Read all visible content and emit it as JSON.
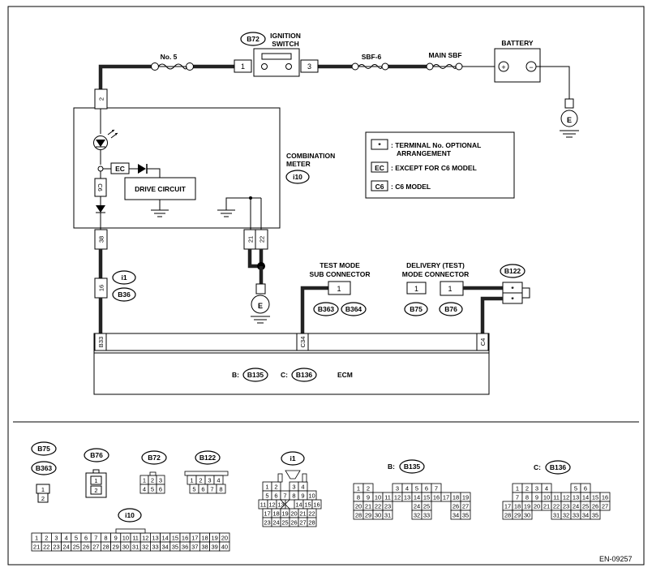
{
  "labels": {
    "ignition_switch": [
      "IGNITION",
      "SWITCH"
    ],
    "ign_code": "B72",
    "battery": "BATTERY",
    "fuse_no5": "No. 5",
    "sbf6": "SBF-6",
    "main_sbf": "MAIN SBF",
    "battery_plus": "+",
    "battery_minus": "−",
    "ground": "E",
    "pin1": "1",
    "pin3": "3",
    "pin2": "2",
    "pinC6": "C6",
    "pin38": "38",
    "pin21": "21",
    "pin22": "22",
    "pin16": "16",
    "ec_tag": "EC",
    "drive_circuit": "DRIVE CIRCUIT",
    "combination_meter": [
      "COMBINATION",
      "METER"
    ],
    "meter_code": "i10",
    "i1": "i1",
    "b36": "B36",
    "test_mode": [
      "TEST MODE",
      "SUB CONNECTOR"
    ],
    "delivery": [
      "DELIVERY (TEST)",
      "MODE CONNECTOR"
    ],
    "b363": "B363",
    "b364": "B364",
    "b75": "B75",
    "b76": "B76",
    "b122": "B122",
    "star": "*",
    "b33": "B33",
    "c34": "C34",
    "c4": "C4",
    "ecm_b": "B:",
    "ecm_b135": "B135",
    "ecm_c": "C:",
    "ecm_c136": "B136",
    "ecm": "ECM",
    "footer_code": "EN-09257"
  },
  "legend": [
    {
      "key": "*",
      "text": [
        ": TERMINAL No. OPTIONAL",
        "ARRANGEMENT"
      ]
    },
    {
      "key": "EC",
      "text": [
        ": EXCEPT FOR C6 MODEL"
      ]
    },
    {
      "key": "C6",
      "text": [
        ": C6 MODEL"
      ]
    }
  ],
  "connectors": {
    "b75_b363": {
      "codes": [
        "B75",
        "B363"
      ],
      "rows": [
        [
          "1"
        ],
        [
          "2"
        ]
      ]
    },
    "b76": {
      "code": "B76",
      "rows": [
        [
          "1"
        ],
        [
          "2"
        ]
      ]
    },
    "b72": {
      "code": "B72",
      "rows": [
        [
          "1",
          "2",
          "3"
        ],
        [
          "4",
          "5",
          "6"
        ]
      ]
    },
    "b122": {
      "code": "B122",
      "rows": [
        [
          "1",
          "2",
          "3",
          "4"
        ],
        [
          "5",
          "6",
          "7",
          "8"
        ]
      ]
    },
    "i1": {
      "code": "i1",
      "rows": [
        [
          "1",
          "2",
          "",
          "3",
          "4"
        ],
        [
          "5",
          "6",
          "7",
          "8",
          "9",
          "10"
        ],
        [
          "11",
          "12",
          "13",
          "",
          "14",
          "15",
          "16"
        ],
        [
          "17",
          "18",
          "19",
          "20",
          "21",
          "22"
        ],
        [
          "23",
          "24",
          "25",
          "26",
          "27",
          "28"
        ]
      ]
    },
    "i10": {
      "code": "i10",
      "rows": [
        [
          "1",
          "2",
          "3",
          "4",
          "5",
          "6",
          "7",
          "8",
          "9",
          "10",
          "11",
          "12",
          "13",
          "14",
          "15",
          "16",
          "17",
          "18",
          "19",
          "20"
        ],
        [
          "21",
          "22",
          "23",
          "24",
          "25",
          "26",
          "27",
          "28",
          "29",
          "30",
          "31",
          "32",
          "33",
          "34",
          "35",
          "36",
          "37",
          "38",
          "39",
          "40"
        ]
      ]
    },
    "b135": {
      "prefix": "B:",
      "code": "B135",
      "rows": [
        [
          "1",
          "2",
          "",
          "",
          "3",
          "4",
          "5",
          "6",
          "7"
        ],
        [
          "8",
          "9",
          "10",
          "11",
          "12",
          "13",
          "14",
          "15",
          "16",
          "17",
          "18",
          "19"
        ],
        [
          "20",
          "21",
          "22",
          "23",
          "",
          "",
          "24",
          "25",
          "",
          "",
          "26",
          "27"
        ],
        [
          "28",
          "29",
          "30",
          "31",
          "",
          "",
          "32",
          "33",
          "",
          "",
          "34",
          "35"
        ]
      ]
    },
    "c136": {
      "prefix": "C:",
      "code": "B136",
      "rows": [
        [
          "",
          "1",
          "2",
          "3",
          "4",
          "",
          "",
          "5",
          "6"
        ],
        [
          "",
          "7",
          "8",
          "9",
          "10",
          "11",
          "12",
          "13",
          "14",
          "15",
          "16"
        ],
        [
          "17",
          "18",
          "19",
          "20",
          "21",
          "22",
          "23",
          "24",
          "25",
          "26",
          "27"
        ],
        [
          "28",
          "29",
          "30",
          "",
          "",
          "31",
          "32",
          "33",
          "34",
          "35"
        ]
      ]
    }
  }
}
